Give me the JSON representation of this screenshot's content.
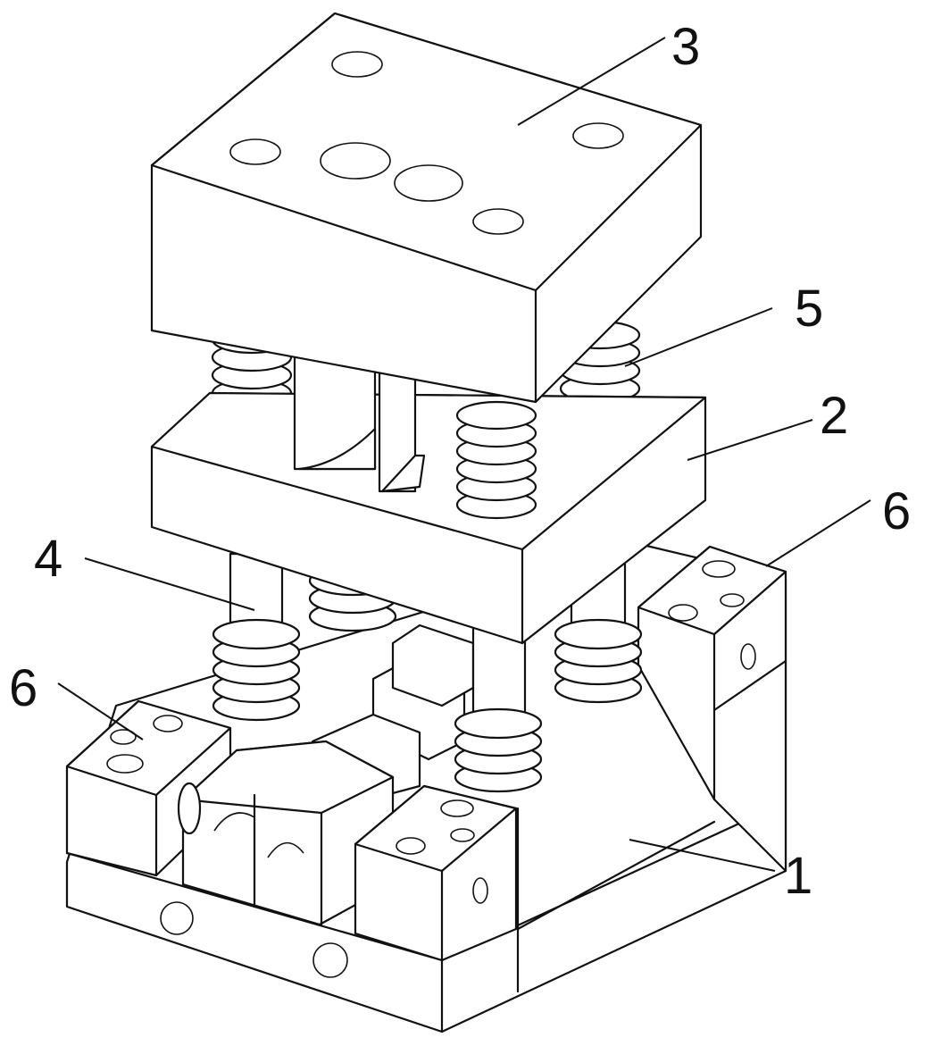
{
  "labels": [
    {
      "id": "label-3",
      "text": "3"
    },
    {
      "id": "label-5",
      "text": "5"
    },
    {
      "id": "label-2",
      "text": "2"
    },
    {
      "id": "label-6-right",
      "text": "6"
    },
    {
      "id": "label-4",
      "text": "4"
    },
    {
      "id": "label-6-left",
      "text": "6"
    },
    {
      "id": "label-1",
      "text": "1"
    }
  ],
  "colors": {
    "line": "#111111",
    "background": "#ffffff"
  }
}
